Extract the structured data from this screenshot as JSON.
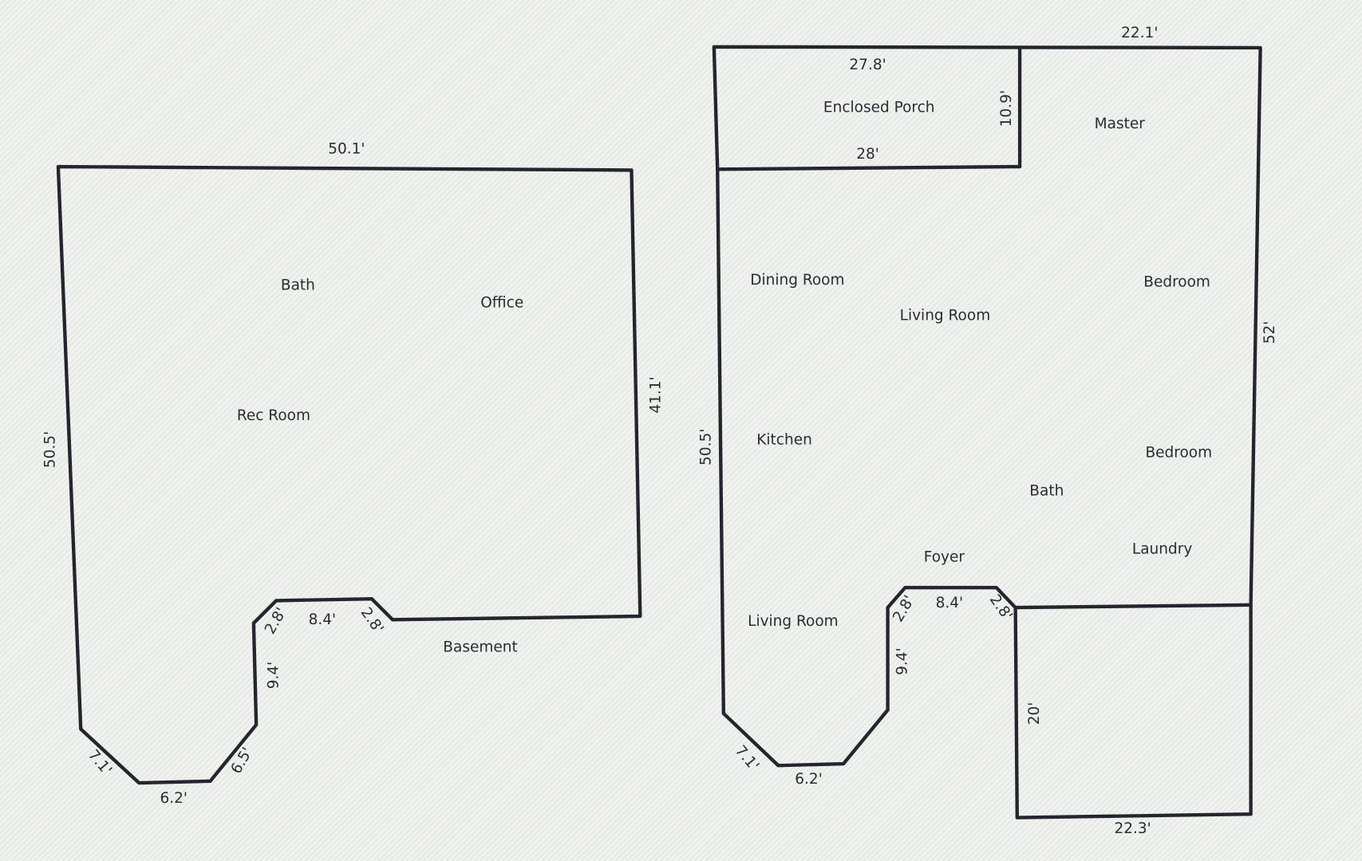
{
  "basement": {
    "name": "Basement",
    "rooms": [
      "Bath",
      "Office",
      "Rec Room"
    ],
    "dimensions": [
      "50.1'",
      "41.1'",
      "50.5'",
      "2.8'",
      "8.4'",
      "2.8'",
      "9.4'",
      "6.5'",
      "6.2'",
      "7.1'"
    ]
  },
  "main_floor": {
    "rooms": [
      "Enclosed Porch",
      "Master",
      "Dining Room",
      "Living Room",
      "Bedroom",
      "Kitchen",
      "Bedroom",
      "Bath",
      "Foyer",
      "Laundry",
      "Living Room"
    ],
    "dimensions": [
      "22.1'",
      "27.8'",
      "28'",
      "10.9'",
      "52'",
      "50.5'",
      "2.8'",
      "8.4'",
      "2.8'",
      "9.4'",
      "20'",
      "7.1'",
      "6.2'",
      "22.3'"
    ]
  },
  "colors": {
    "wall": "#23262e",
    "text": "#2a2c33"
  }
}
